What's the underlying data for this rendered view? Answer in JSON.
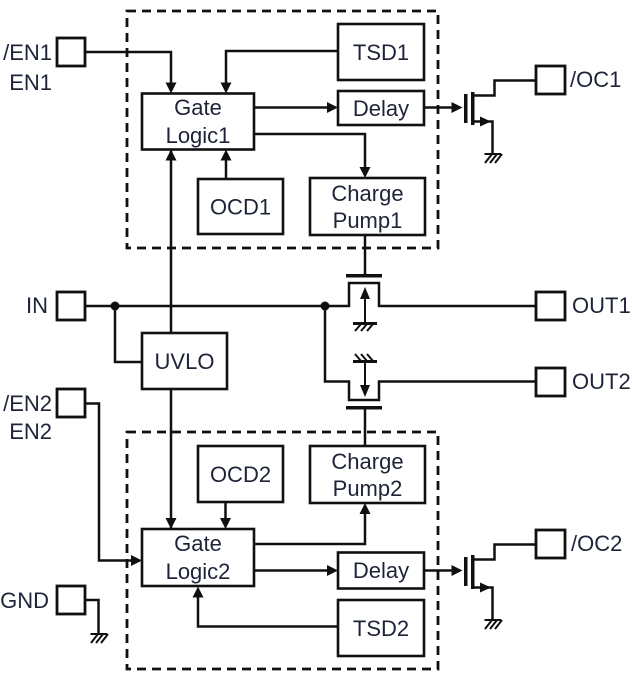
{
  "diagram": {
    "pins": {
      "en1": {
        "line1": "/EN1",
        "line2": "EN1"
      },
      "in": {
        "label": "IN"
      },
      "en2": {
        "line1": "/EN2",
        "line2": "EN2"
      },
      "gnd": {
        "label": "GND"
      },
      "oc1": {
        "label": "/OC1"
      },
      "out1": {
        "label": "OUT1"
      },
      "out2": {
        "label": "OUT2"
      },
      "oc2": {
        "label": "/OC2"
      }
    },
    "blocks": {
      "tsd1": {
        "label": "TSD1"
      },
      "gate_logic1": {
        "line1": "Gate",
        "line2": "Logic1"
      },
      "delay1": {
        "label": "Delay"
      },
      "ocd1": {
        "label": "OCD1"
      },
      "charge_pump1": {
        "line1": "Charge",
        "line2": "Pump1"
      },
      "uvlo": {
        "label": "UVLO"
      },
      "ocd2": {
        "label": "OCD2"
      },
      "charge_pump2": {
        "line1": "Charge",
        "line2": "Pump2"
      },
      "gate_logic2": {
        "line1": "Gate",
        "line2": "Logic2"
      },
      "delay2": {
        "label": "Delay"
      },
      "tsd2": {
        "label": "TSD2"
      }
    },
    "colors": {
      "line": "#101010",
      "text": "#1e2438",
      "background": "#ffffff"
    }
  }
}
